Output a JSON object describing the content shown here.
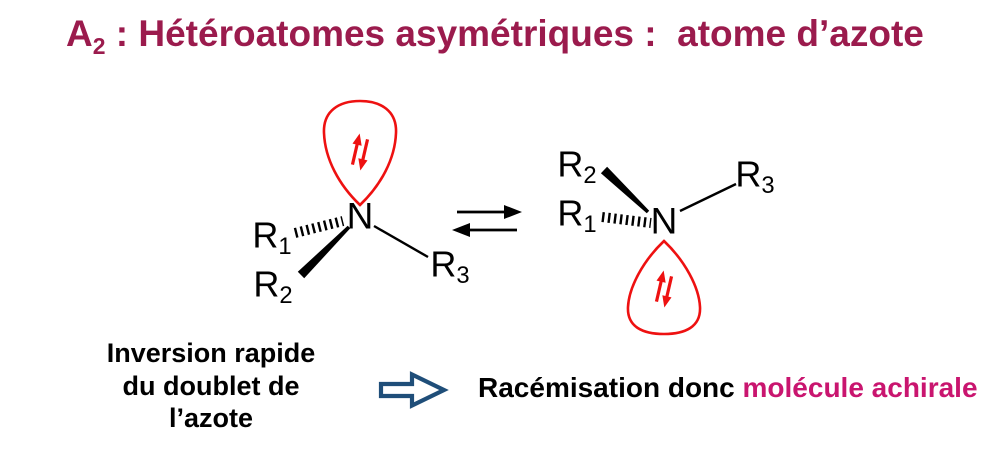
{
  "colors": {
    "maroon": "#9B1B4D",
    "pink": "#C9156F",
    "blue": "#1F4E79",
    "red": "#EE1111",
    "ink": "#000000"
  },
  "title": {
    "base": "A",
    "sub": "2",
    "rest": " : Hétéroatomes asymétriques :  atome d’azote"
  },
  "molecule_left": {
    "nitrogen": "N",
    "r1": {
      "base": "R",
      "sub": "1"
    },
    "r2": {
      "base": "R",
      "sub": "2"
    },
    "r3": {
      "base": "R",
      "sub": "3"
    }
  },
  "molecule_right": {
    "nitrogen": "N",
    "r1": {
      "base": "R",
      "sub": "1"
    },
    "r2": {
      "base": "R",
      "sub": "2"
    },
    "r3": {
      "base": "R",
      "sub": "3"
    }
  },
  "caption_left": {
    "lines": [
      "Inversion rapide",
      "du doublet de",
      "l’azote"
    ]
  },
  "caption_right": {
    "black": "Racémisation donc",
    "pink": "molécule achirale"
  }
}
